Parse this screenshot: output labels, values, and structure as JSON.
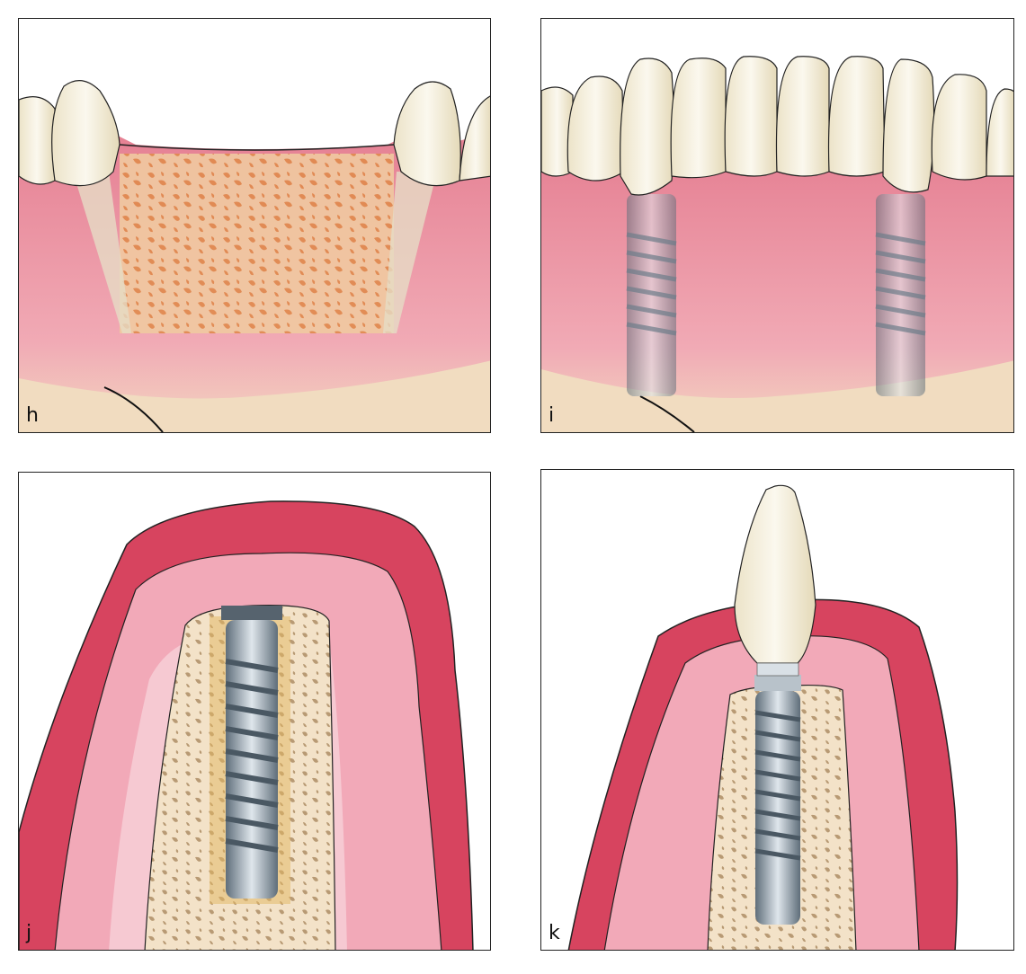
{
  "panels": [
    {
      "label": "h"
    },
    {
      "label": "i"
    },
    {
      "label": "j"
    },
    {
      "label": "k"
    }
  ],
  "colors": {
    "gum": "#e88a9a",
    "gum_dark": "#d2405a",
    "bone": "#f0dcc0",
    "graft": "#e59a5c",
    "tooth": "#f6f1e0",
    "implant": "#8a98a4"
  }
}
